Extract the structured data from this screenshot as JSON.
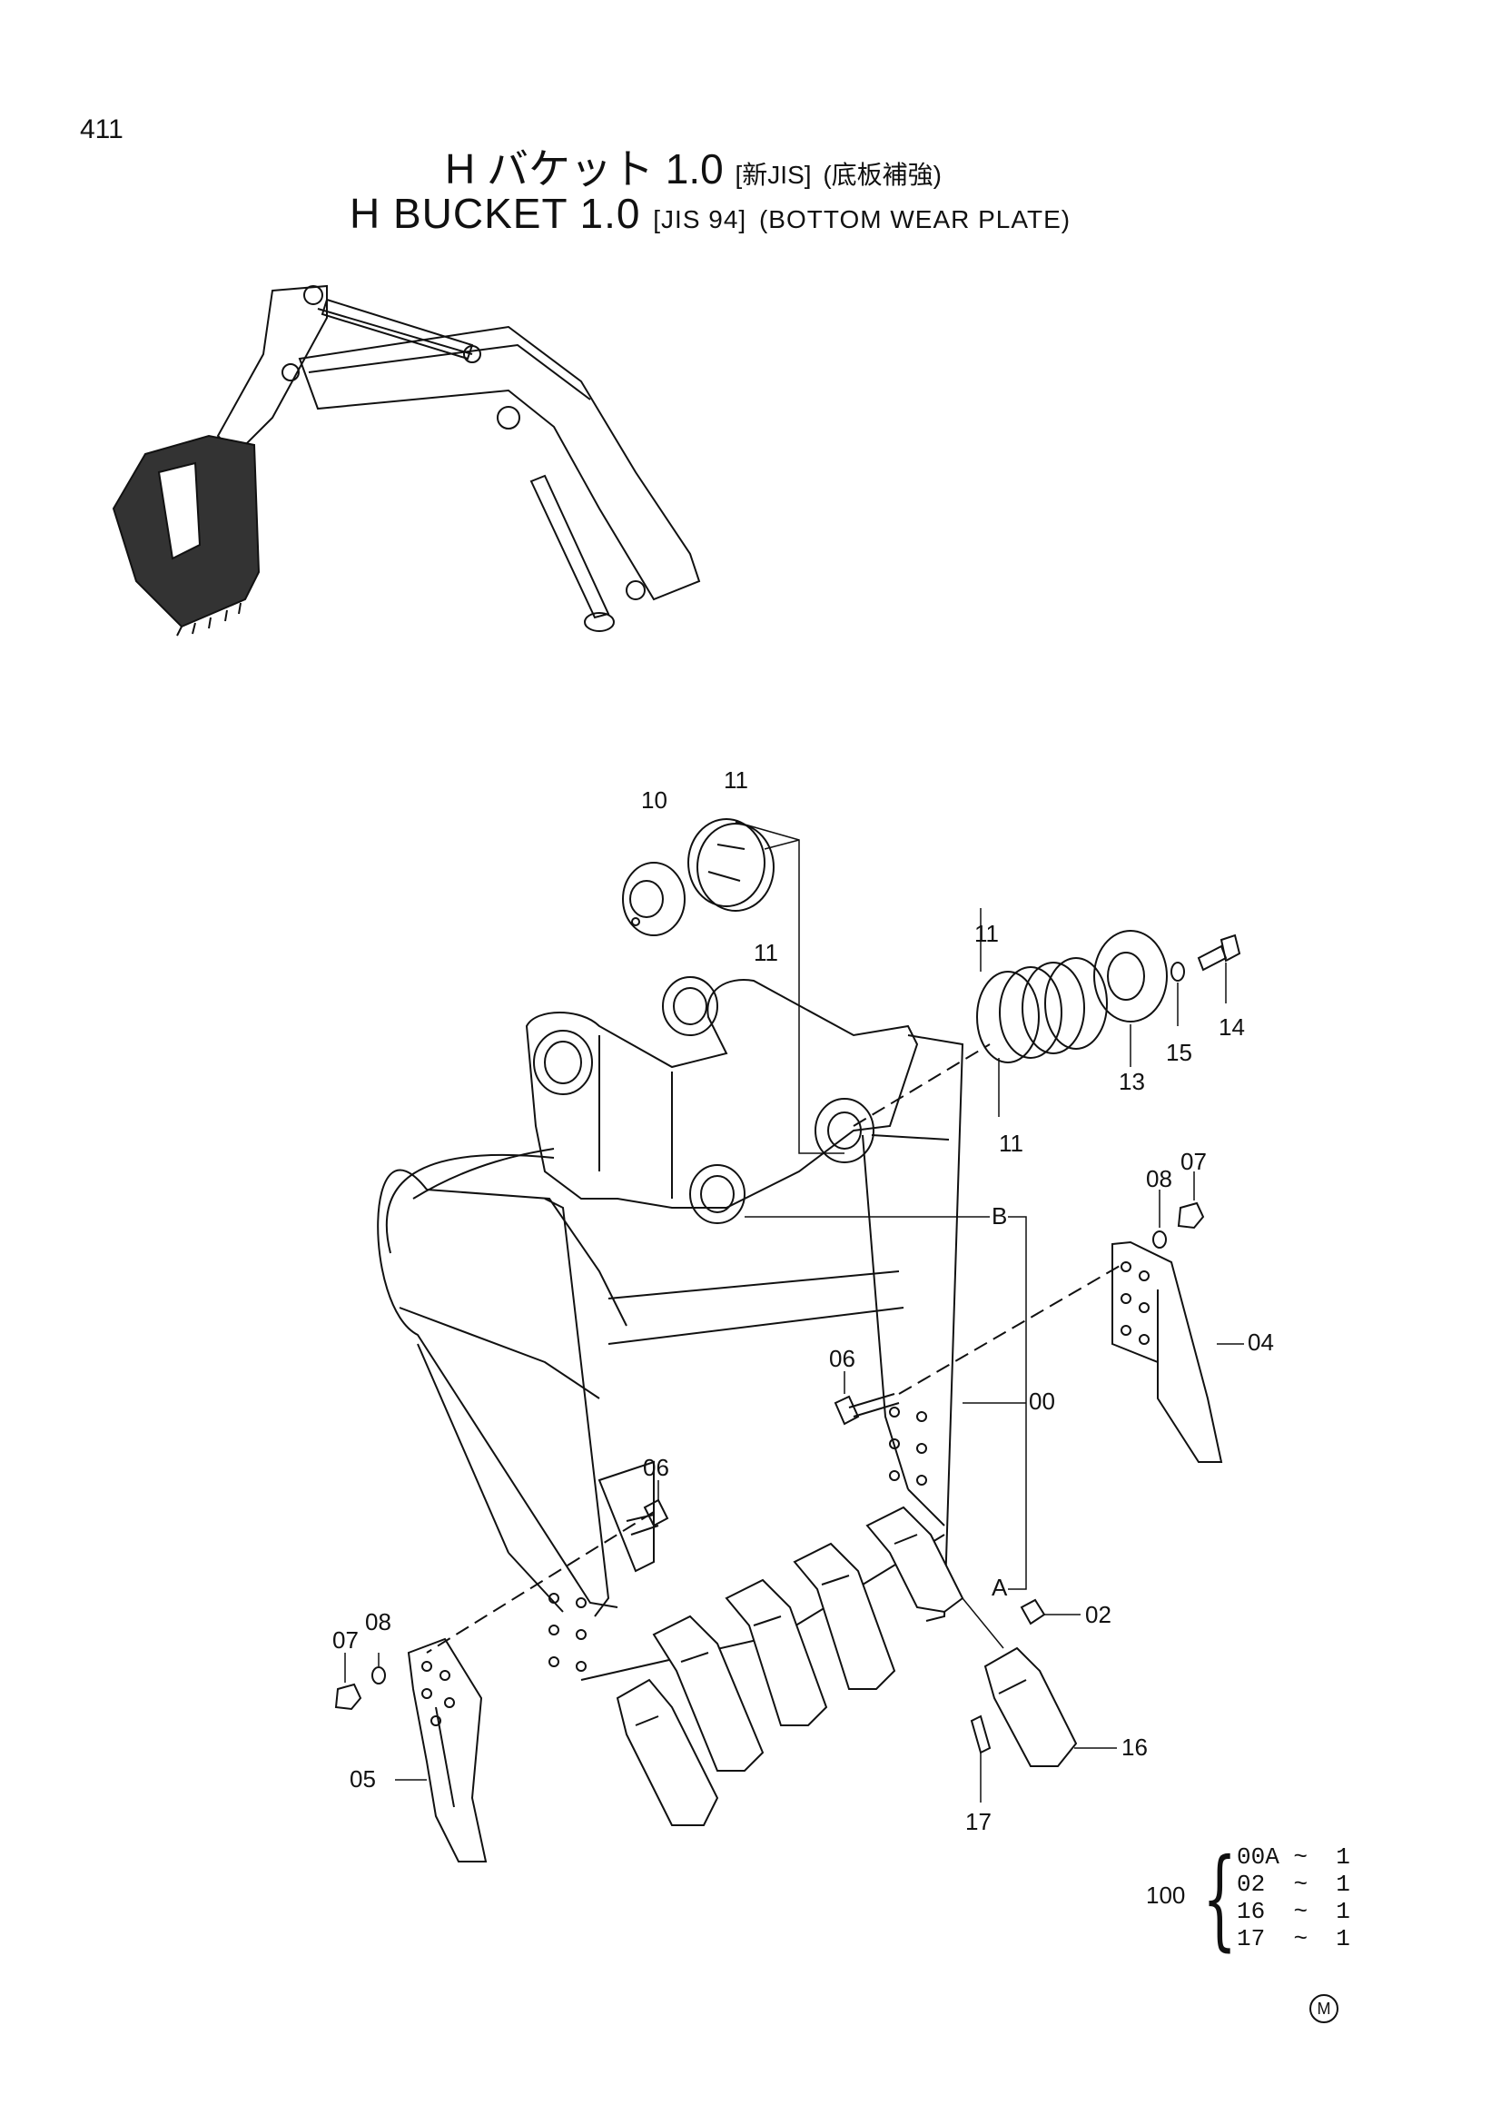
{
  "page_number": "411",
  "title_ja": {
    "main": "H バケット 1.0",
    "std": "[新JIS]",
    "note": "(底板補強)"
  },
  "title_en": {
    "main": "H BUCKET 1.0",
    "std": "[JIS 94]",
    "note": "(BOTTOM WEAR PLATE)"
  },
  "callouts": {
    "c10": "10",
    "c11a": "11",
    "c11b": "11",
    "c11c": "11",
    "c11d": "11",
    "c13": "13",
    "c14": "14",
    "c15": "15",
    "c07r": "07",
    "c08r": "08",
    "cB": "B",
    "c04": "04",
    "c06a": "06",
    "c00": "00",
    "c06b": "06",
    "cA": "A",
    "c07l": "07",
    "c08l": "08",
    "c02": "02",
    "c05": "05",
    "c16": "16",
    "c17": "17"
  },
  "set": {
    "label": "100",
    "rows": [
      {
        "part": "00A",
        "sep": "~",
        "qty": "1"
      },
      {
        "part": "02",
        "sep": "~",
        "qty": "1"
      },
      {
        "part": "16",
        "sep": "~",
        "qty": "1"
      },
      {
        "part": "17",
        "sep": "~",
        "qty": "1"
      }
    ]
  },
  "mark": "M"
}
